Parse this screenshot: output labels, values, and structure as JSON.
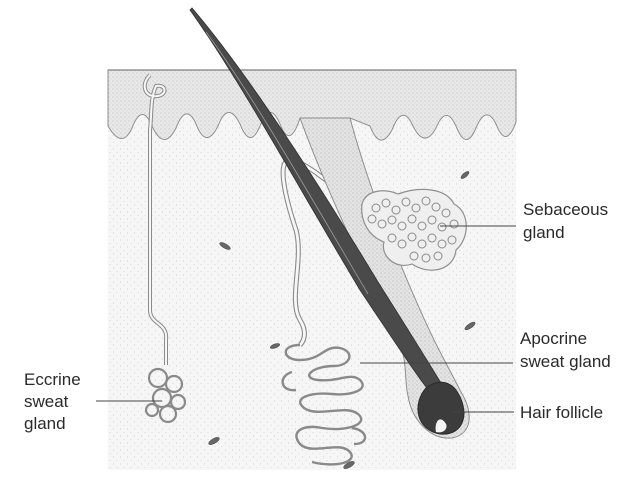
{
  "labels": {
    "sebaceous_1": "Sebaceous",
    "sebaceous_2": "gland",
    "apocrine_1": "Apocrine",
    "apocrine_2": "sweat gland",
    "hair_follicle": "Hair follicle",
    "eccrine_1": "Eccrine",
    "eccrine_2": "sweat",
    "eccrine_3": "gland"
  },
  "colors": {
    "tissue": "#f1f1f1",
    "stipple": "#9a9a9a",
    "outline": "#8f8f8f",
    "hair": "#3c3c3c",
    "leader": "#444444",
    "label_text": "#2a2a2a"
  }
}
